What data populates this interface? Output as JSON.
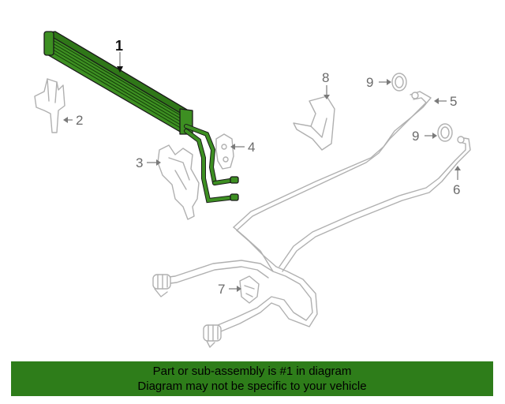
{
  "callouts": {
    "c1": "1",
    "c2": "2",
    "c3": "3",
    "c4": "4",
    "c5": "5",
    "c6": "6",
    "c7": "7",
    "c8": "8",
    "c9a": "9",
    "c9b": "9"
  },
  "banner": {
    "line1": "Part or sub-assembly is #1 in diagram",
    "line2": "Diagram may not be specific to your vehicle"
  },
  "colors": {
    "highlight": "#2e7d1a",
    "banner_bg": "#2e7d1a",
    "part_outline": "#b0b0b0"
  }
}
